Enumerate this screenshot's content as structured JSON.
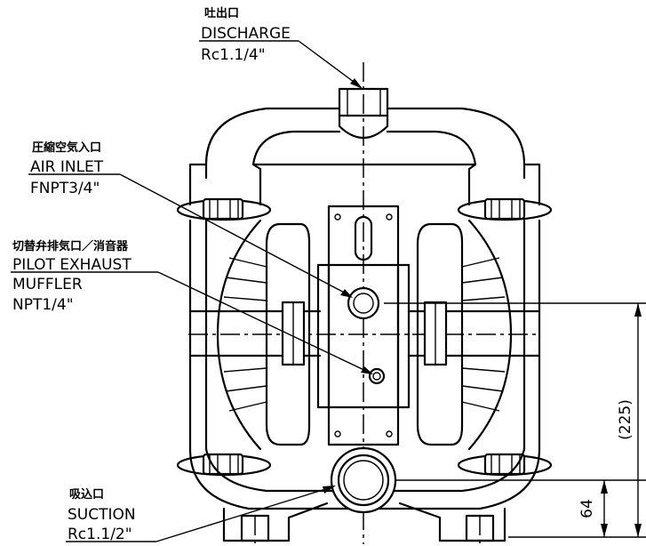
{
  "labels": {
    "discharge": {
      "jp": "吐出口",
      "name": "DISCHARGE",
      "size": "Rc1.1/4\""
    },
    "air_inlet": {
      "jp": "圧縮空気入口",
      "name": "AIR INLET",
      "size": "FNPT3/4\""
    },
    "pilot_exhaust": {
      "jp": "切替弁排気口／消音器",
      "name": "PILOT EXHAUST",
      "line2": "MUFFLER",
      "size": "NPT1/4\""
    },
    "suction": {
      "jp": "吸込口",
      "name": "SUCTION",
      "size": "Rc1.1/2\""
    }
  },
  "dimensions": {
    "air_inlet_height": "(225)",
    "suction_height": "64"
  }
}
